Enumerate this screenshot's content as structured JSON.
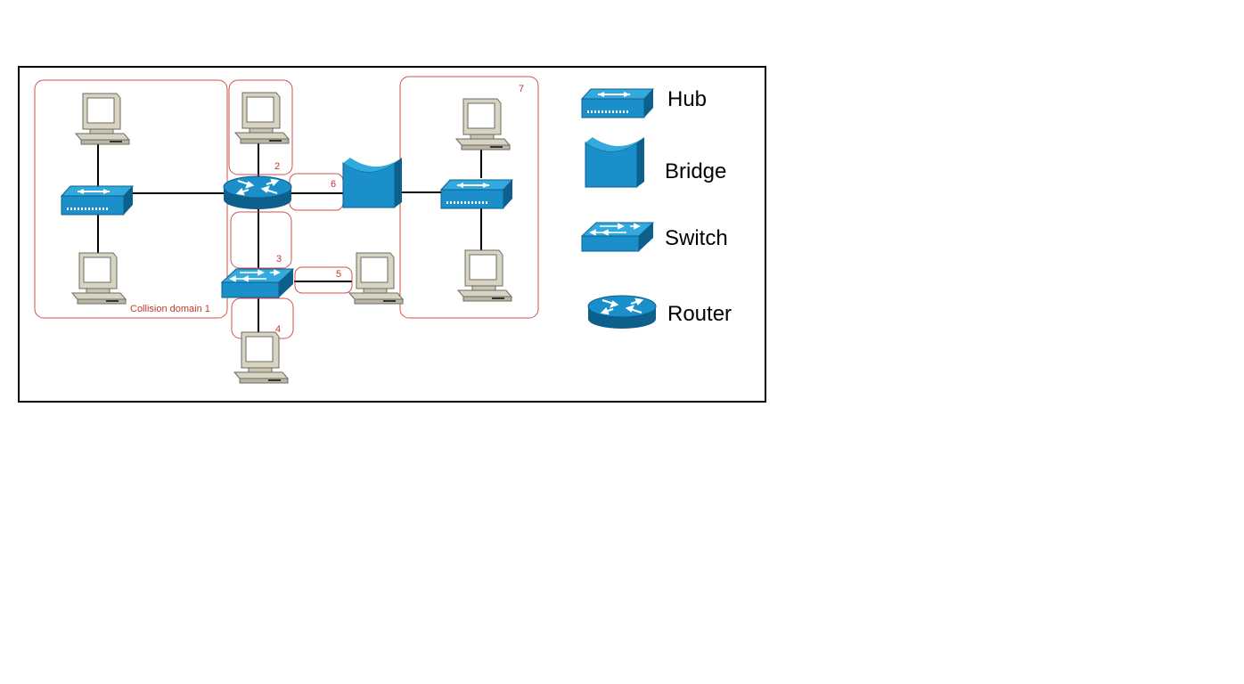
{
  "colors": {
    "frame": "#000000",
    "domain_outline": "#d05050",
    "domain_text": "#c0392b",
    "link": "#000000",
    "device_blue": "#1b8fc9",
    "device_blue_dark": "#0d5f8c",
    "device_blue_light": "#33a9dd",
    "pc_beige": "#d7d4c4"
  },
  "domains": {
    "d1": "Collision domain 1",
    "d2": "2",
    "d3": "3",
    "d4": "4",
    "d5": "5",
    "d6": "6",
    "d7": "7"
  },
  "legend": {
    "hub": {
      "label": "Hub",
      "icon": "hub-icon"
    },
    "bridge": {
      "label": "Bridge",
      "icon": "bridge-icon"
    },
    "switch": {
      "label": "Switch",
      "icon": "switch-icon"
    },
    "router": {
      "label": "Router",
      "icon": "router-icon"
    }
  }
}
